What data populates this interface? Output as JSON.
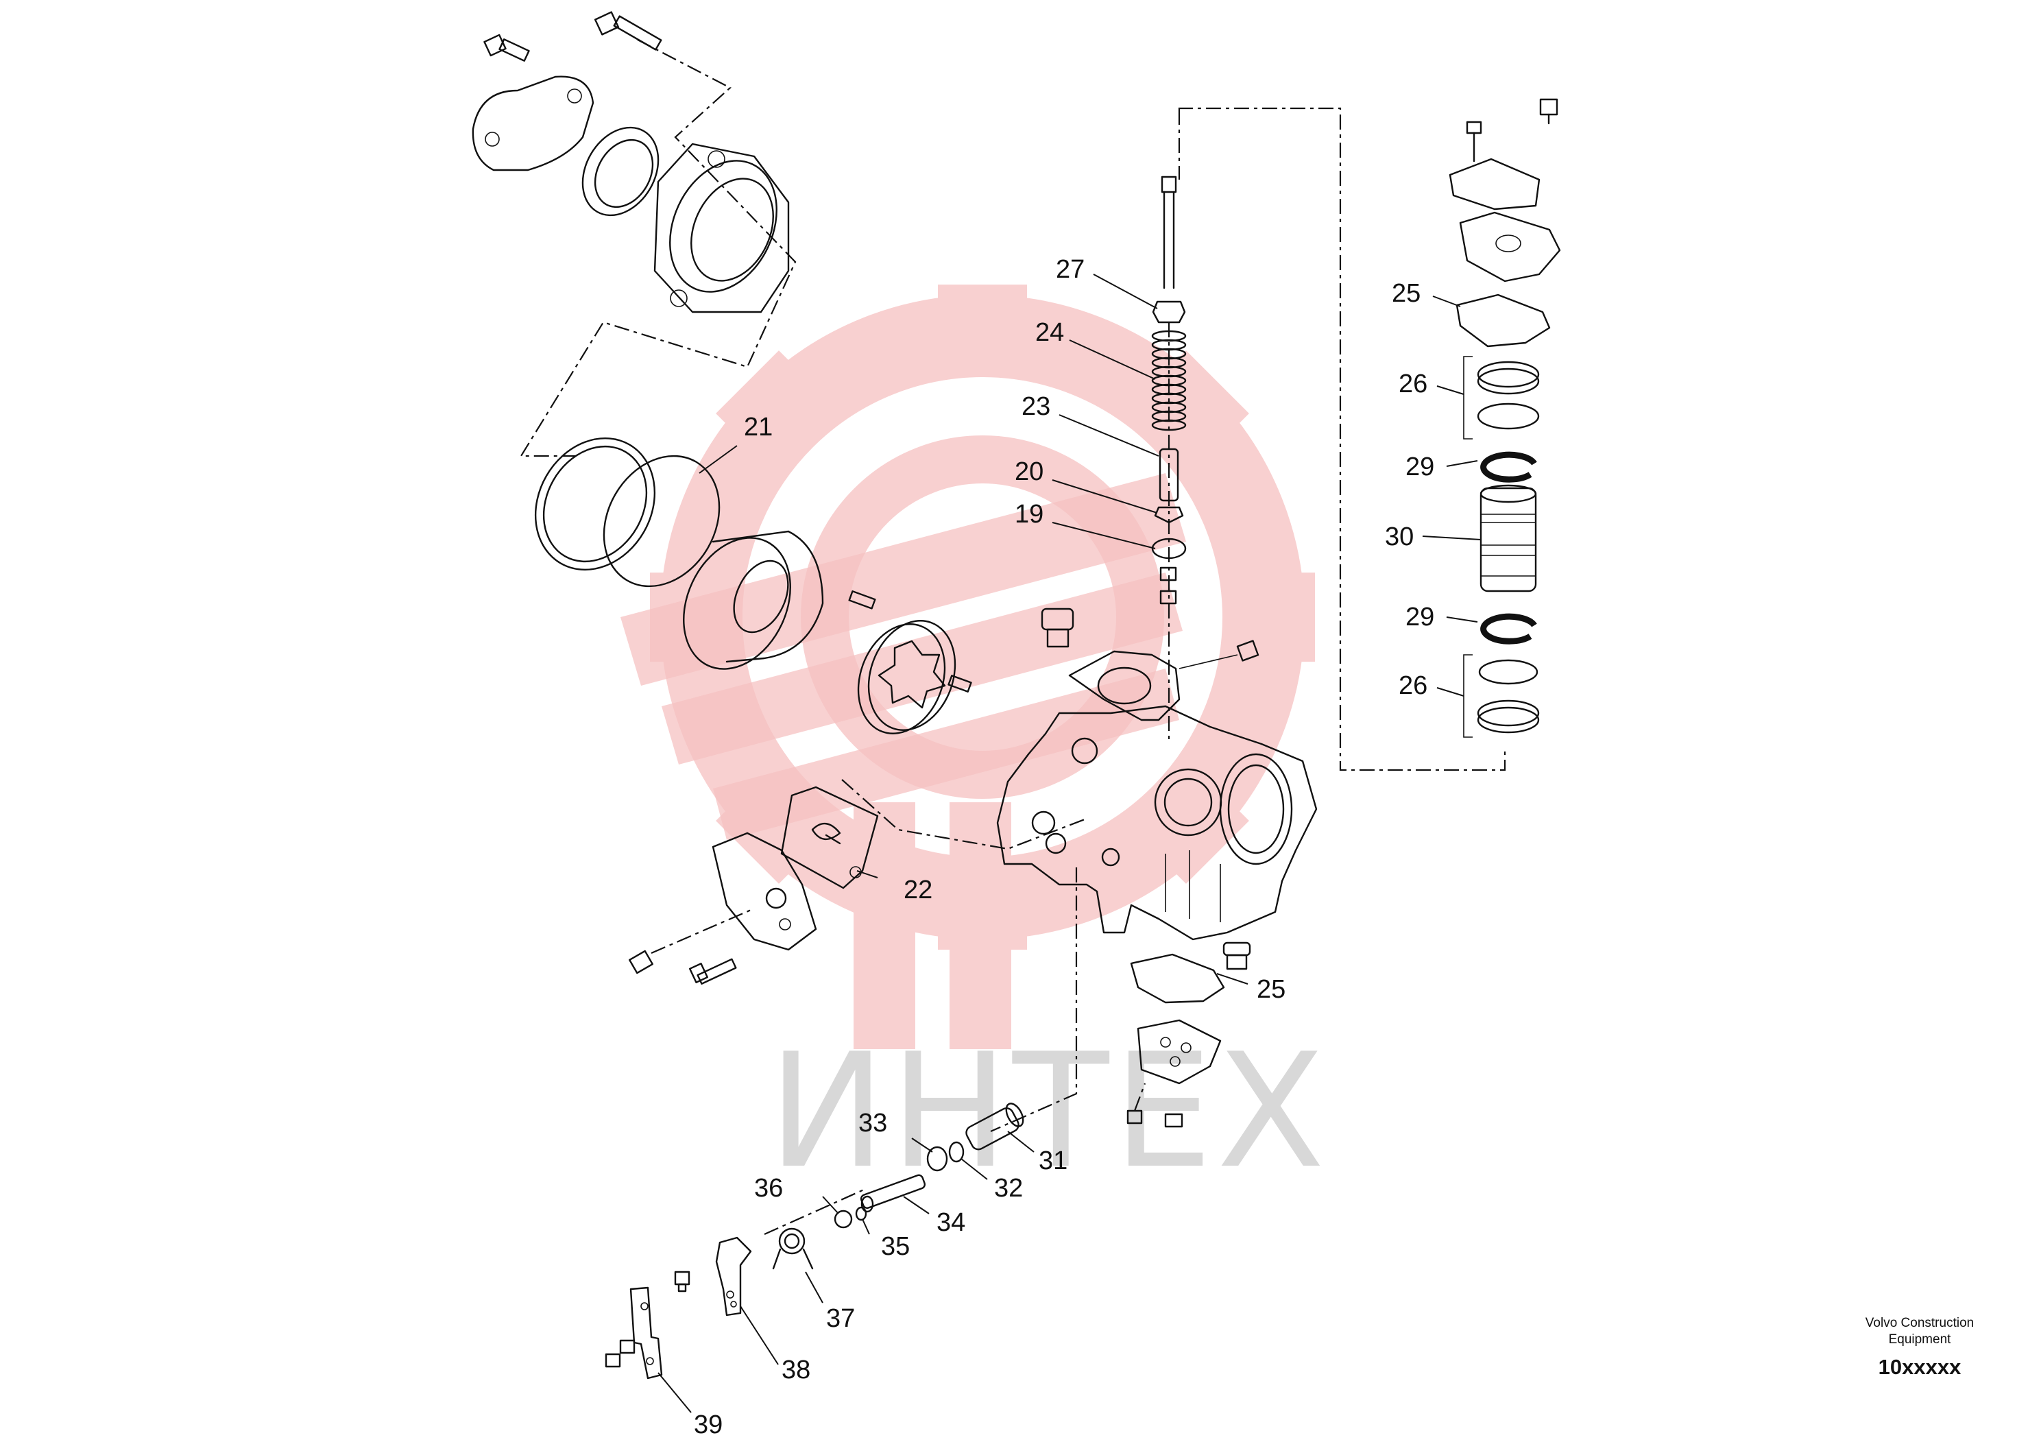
{
  "watermark": {
    "text": "ИНТЕХ",
    "logo_color": "#f7c6c6",
    "text_color": "#d8d8d8"
  },
  "callouts": {
    "n27": "27",
    "n24": "24",
    "n23": "23",
    "n20": "20",
    "n19": "19",
    "n21": "21",
    "n22": "22",
    "n25a": "25",
    "n26a": "26",
    "n29a": "29",
    "n30": "30",
    "n29b": "29",
    "n26b": "26",
    "n25b": "25",
    "n33": "33",
    "n31": "31",
    "n32": "32",
    "n36": "36",
    "n34": "34",
    "n35": "35",
    "n37": "37",
    "n38": "38",
    "n39": "39"
  },
  "title_block": {
    "company_line1": "Volvo Construction",
    "company_line2": "Equipment",
    "code": "10xxxxx"
  }
}
